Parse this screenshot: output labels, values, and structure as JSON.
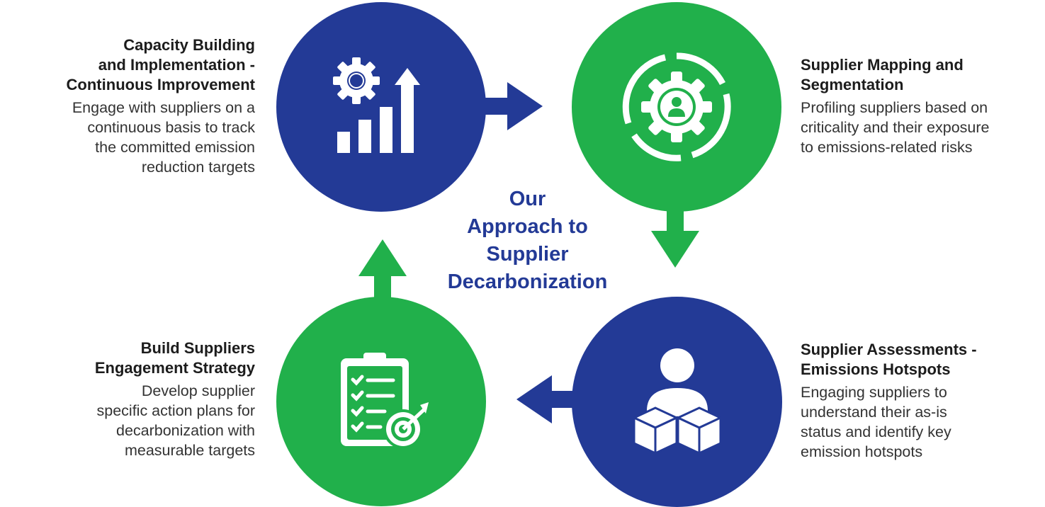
{
  "colors": {
    "blue": "#233a96",
    "green": "#21b04b",
    "white": "#ffffff",
    "title": "#233a96"
  },
  "center_title": {
    "line1": "Our",
    "line2": "Approach to",
    "line3": "Supplier",
    "line4": "Decarbonization"
  },
  "steps": [
    {
      "heading_lines": [
        "Capacity Building",
        "and Implementation -",
        "Continuous Improvement"
      ],
      "body_lines": [
        "Engage with suppliers on a",
        "continuous basis to track",
        "the committed emission",
        "reduction targets"
      ],
      "icon": "gear-growth-chart-icon",
      "circle_color": "blue"
    },
    {
      "heading_lines": [
        "Supplier Mapping and",
        "Segmentation"
      ],
      "body_lines": [
        "Profiling suppliers based on",
        "criticality and their exposure",
        "to emissions-related risks"
      ],
      "icon": "gear-person-cycle-icon",
      "circle_color": "green"
    },
    {
      "heading_lines": [
        "Supplier Assessments -",
        "Emissions Hotspots"
      ],
      "body_lines": [
        "Engaging suppliers to",
        "understand their as-is",
        "status and identify key",
        "emission hotspots"
      ],
      "icon": "person-boxes-icon",
      "circle_color": "blue"
    },
    {
      "heading_lines": [
        "Build Suppliers",
        "Engagement Strategy"
      ],
      "body_lines": [
        "Develop supplier",
        "specific action plans for",
        "decarbonization with",
        "measurable targets"
      ],
      "icon": "clipboard-target-icon",
      "circle_color": "green"
    }
  ]
}
